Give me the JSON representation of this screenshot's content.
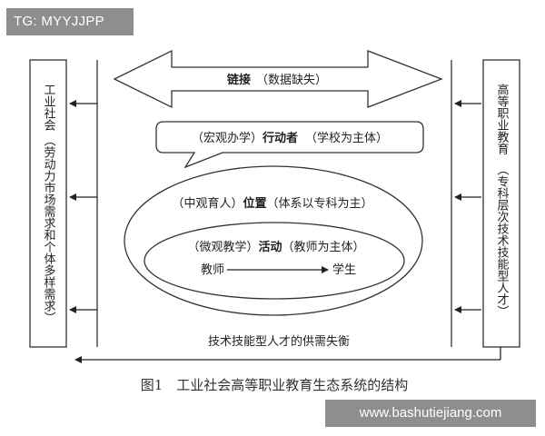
{
  "watermark_top": "TG: MYYJJPP",
  "watermark_bottom": "www.bashutiejiang.com",
  "left_box": {
    "title": "工业社会",
    "detail": "（劳动力市场需求和个体多样需求）"
  },
  "right_box": {
    "title": "高等职业教育",
    "detail": "（专科层次技术技能型人才）"
  },
  "link_arrow": {
    "bold": "链接",
    "normal": "（数据缺失）"
  },
  "actor_callout": {
    "pre": "（宏观办学）",
    "bold": "行动者",
    "post": "（学校为主体）"
  },
  "position": {
    "pre": "（中观育人）",
    "bold": "位置",
    "post": "（体系以专科为主）"
  },
  "activity": {
    "pre": "（微观教学）",
    "bold": "活动",
    "post": "（教师为主体）"
  },
  "teacher": "教师",
  "student": "学生",
  "imbalance": "技术技能型人才的供需失衡",
  "caption": "图1　工业社会高等职业教育生态系统的结构"
}
